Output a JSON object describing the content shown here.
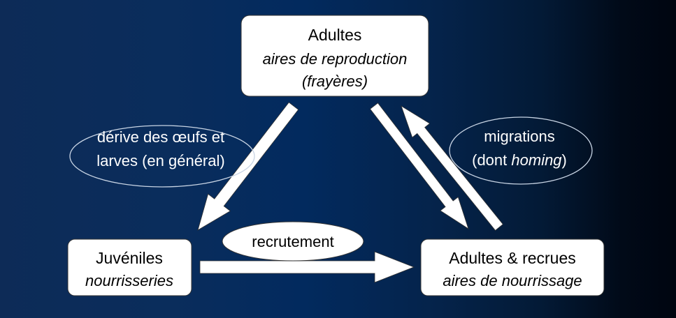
{
  "nodes": {
    "adults_spawning": {
      "title": "Adultes",
      "line1": "aires de reproduction",
      "line2": "(frayères)"
    },
    "juveniles": {
      "title": "Juvéniles",
      "line1": "nourrisseries"
    },
    "adults_recruits": {
      "title": "Adultes & recrues",
      "line1": "aires de nourrissage"
    }
  },
  "labels": {
    "drift": {
      "line1": "dérive des œufs et",
      "line2": "larves (en général)"
    },
    "migrations": {
      "line1": "migrations",
      "line2_pre": "(dont ",
      "line2_italic": "homing",
      "line2_post": ")"
    },
    "recruitment": "recrutement"
  }
}
